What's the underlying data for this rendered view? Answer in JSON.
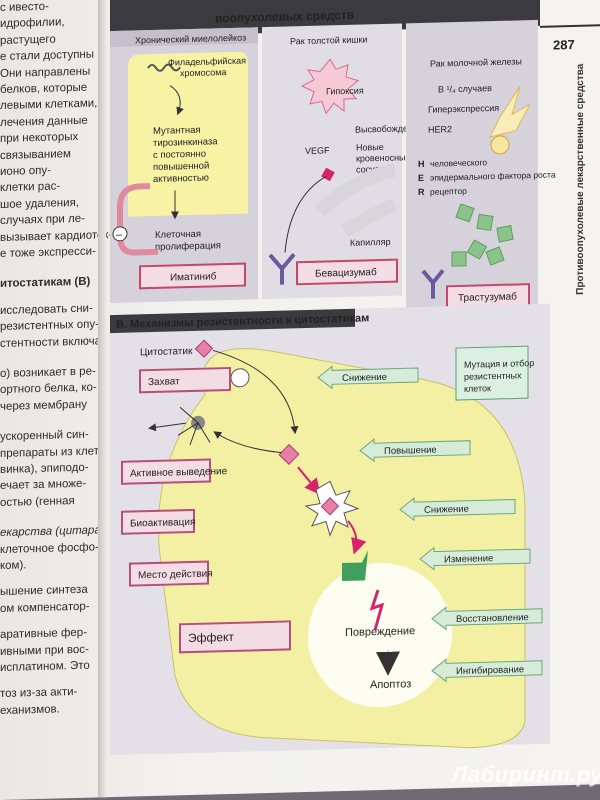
{
  "left_text": [
    {
      "t": "с ивесто-",
      "s": "n"
    },
    {
      "t": "идрофилии,",
      "s": "n"
    },
    {
      "t": "растущего",
      "s": "n"
    },
    {
      "t": "е стали доступны",
      "s": "n"
    },
    {
      "t": "Они направлены",
      "s": "n"
    },
    {
      "t": "белков, которые",
      "s": "n"
    },
    {
      "t": "левыми клетками,",
      "s": "n"
    },
    {
      "t": "лечения данные",
      "s": "n"
    },
    {
      "t": "при некоторых",
      "s": "n"
    },
    {
      "t": "связыванием",
      "s": "n"
    },
    {
      "t": "ионо опу-",
      "s": "n"
    },
    {
      "t": "клетки рас-",
      "s": "n"
    },
    {
      "t": "шое удаления,",
      "s": "n"
    },
    {
      "t": "случаях при ле-",
      "s": "n"
    },
    {
      "t": "вызывает кардиоток-",
      "s": "n"
    },
    {
      "t": "е тоже экспресси-",
      "s": "n"
    },
    {
      "t": "итостатикам (В)",
      "s": "h"
    },
    {
      "t": "исследовать сни-",
      "s": "n"
    },
    {
      "t": "резистентных опу-",
      "s": "n"
    },
    {
      "t": "стентности включа-",
      "s": "n"
    },
    {
      "t": "о) возникает в ре-",
      "s": "n"
    },
    {
      "t": "ортного белка, ко-",
      "s": "n"
    },
    {
      "t": "через мембрану",
      "s": "n"
    },
    {
      "t": "ускоренный син-",
      "s": "n"
    },
    {
      "t": "препараты из клет-",
      "s": "n"
    },
    {
      "t": "винка), эпиподо-",
      "s": "n"
    },
    {
      "t": "ечает за множе-",
      "s": "n"
    },
    {
      "t": "остью (генная",
      "s": "n"
    },
    {
      "t": "екарства (цитара-",
      "s": "i"
    },
    {
      "t": "клеточное фосфо-",
      "s": "n"
    },
    {
      "t": "ком).",
      "s": "n"
    },
    {
      "t": "ышение синтеза",
      "s": "n"
    },
    {
      "t": "ом компенсатор-",
      "s": "n"
    },
    {
      "t": "аративные фер-",
      "s": "n"
    },
    {
      "t": "ивными при вос-",
      "s": "n"
    },
    {
      "t": "исплатином. Это",
      "s": "n"
    },
    {
      "t": "тоз из-за акти-",
      "s": "n"
    },
    {
      "t": "еханизмов.",
      "s": "n"
    }
  ],
  "header_title": "воопухолевых средств",
  "page_number": "287",
  "side_title": "Противоопухолевые лекарственные средства",
  "panels": {
    "cml": {
      "title": "Хронический миелолейкоз",
      "chromosome": "Филадельфийская хромосома",
      "kinase": [
        "Мутантная",
        "тирозинкиназа",
        "с постоянно",
        "повышенной",
        "активностью"
      ],
      "prolif": [
        "Клеточная",
        "пролиферация"
      ],
      "drug": "Иматиниб",
      "minus": "–"
    },
    "colon": {
      "title": "Рак толстой кишки",
      "hypoxia": "Гипоксия",
      "release": "Высвобождение",
      "vegf": "VEGF",
      "vessels": [
        "Новые",
        "кровеносные",
        "сосуды"
      ],
      "capillary": "Капилляр",
      "drug": "Бевацизумаб"
    },
    "breast": {
      "title": "Рак молочной железы",
      "cases": "В ¹/₄ случаев",
      "overexp": "Гиперэкспрессия",
      "her2": "HER2",
      "legend": [
        [
          "H",
          "человеческого"
        ],
        [
          "E",
          "эпидермального фактора роста"
        ],
        [
          "R",
          "рецептор"
        ]
      ],
      "drug": "Трастузумаб"
    }
  },
  "section_b": {
    "title": "В. Механизмы резистентности к цитостатикам",
    "cytostatic": "Цитостатик",
    "mutation": [
      "Мутация и отбор",
      "резистентных",
      "клеток"
    ],
    "left_boxes": [
      "Захват",
      "Активное выведение",
      "Биоактивация",
      "Место действия",
      "Эффект"
    ],
    "arrows": [
      "Снижение",
      "Повышение",
      "Снижение",
      "Изменение",
      "Восстановление",
      "Ингибирование"
    ],
    "damage": "Повреждение",
    "apoptosis": "Апоптоз"
  },
  "watermark": "Лабиринт.ру"
}
